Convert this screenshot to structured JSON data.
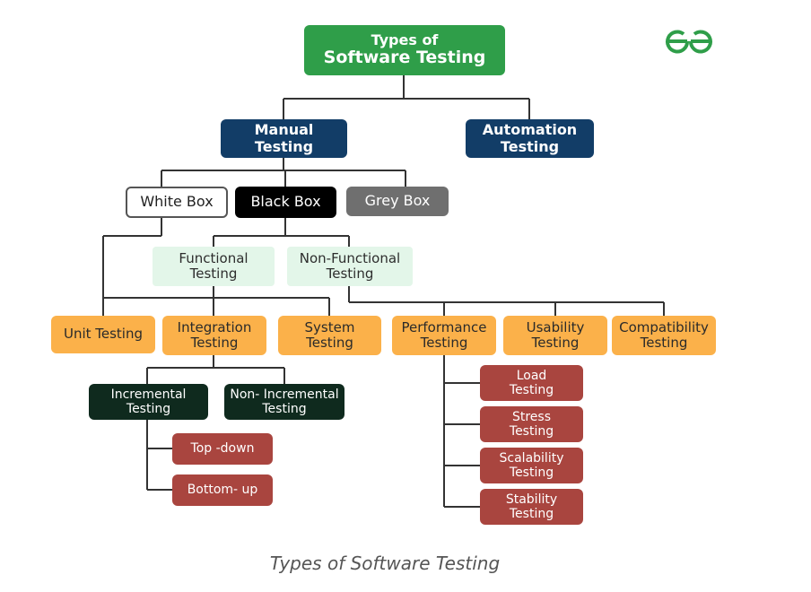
{
  "diagram": {
    "root": {
      "line1": "Types of",
      "line2": "Software Testing"
    },
    "approaches": {
      "manual": "Manual\nTesting",
      "automation": "Automation\nTesting"
    },
    "boxes": {
      "white": "White Box",
      "black": "Black Box",
      "grey": "Grey Box"
    },
    "categories": {
      "functional": "Functional\nTesting",
      "non_functional": "Non-Functional\nTesting"
    },
    "functional_types": {
      "unit": "Unit Testing",
      "integration": "Integration\nTesting",
      "system": "System\nTesting"
    },
    "non_functional_types": {
      "performance": "Performance\nTesting",
      "usability": "Usability\nTesting",
      "compatibility": "Compatibility\nTesting"
    },
    "integration_types": {
      "incremental": "Incremental\nTesting",
      "non_incremental": "Non- Incremental\nTesting"
    },
    "incremental_types": {
      "top_down": "Top -down",
      "bottom_up": "Bottom- up"
    },
    "performance_types": {
      "load": "Load\nTesting",
      "stress": "Stress\nTesting",
      "scalability": "Scalability\nTesting",
      "stability": "Stability\nTesting"
    }
  },
  "logo": {
    "icon": "geeksforgeeks-logo-icon",
    "color": "#2f9e49"
  },
  "caption": "Types of Software Testing",
  "colors": {
    "root": "#2f9e49",
    "navy": "#123d67",
    "orange": "#fbb14a",
    "mint": "#e3f6e9",
    "dark_green": "#0f2a1e",
    "red": "#a9453f",
    "grey": "#6f6f6f"
  }
}
